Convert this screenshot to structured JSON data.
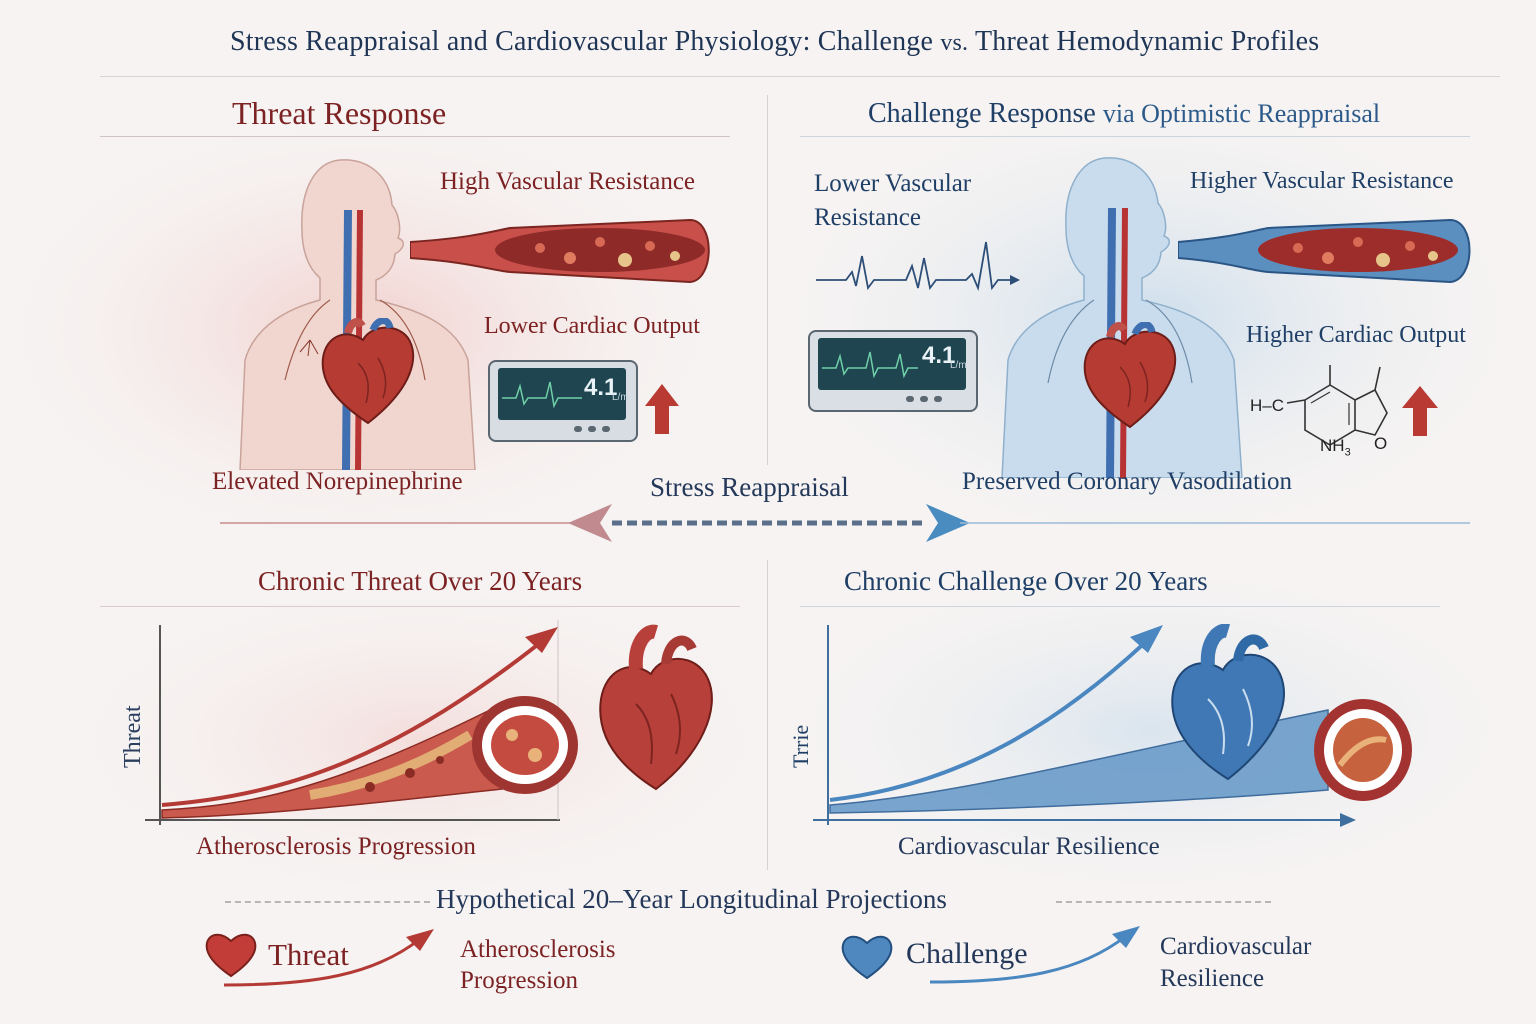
{
  "title": {
    "main_a": "Stress Reappraisal and Cardiovascular Physiology: Challenge",
    "vs": "vs.",
    "main_b": "Threat Hemodynamic Profiles"
  },
  "threat_panel": {
    "title": "Threat Response",
    "vascular_label": "High Vascular Resistance",
    "cardiac_label": "Lower Cardiac Output",
    "hormone_label": "Elevated Norepinephrine",
    "monitor_value": "4.1",
    "monitor_unit": "L/m"
  },
  "challenge_panel": {
    "title_main": "Challenge Response",
    "title_suffix": "via Optimistic Reappraisal",
    "lower_vascular_line1": "Lower Vascular",
    "lower_vascular_line2": "Resistance",
    "higher_vascular_label": "Higher Vascular Resistance",
    "cardiac_label": "Higher Cardiac Output",
    "coronary_label": "Preserved Coronary Vasodilation",
    "monitor_value": "4.1",
    "monitor_unit": "L/m",
    "chem_left": "H–C",
    "chem_nh": "NH",
    "chem_sub": "3",
    "chem_o": "O"
  },
  "center": {
    "reappraisal_label": "Stress Reappraisal"
  },
  "chronic_threat": {
    "title": "Chronic Threat Over 20 Years",
    "y_label": "Threat",
    "x_label": "Atherosclerosis Progression"
  },
  "chronic_challenge": {
    "title": "Chronic Challenge Over 20 Years",
    "y_label": "Trrie",
    "x_label": "Cardiovascular Resilience"
  },
  "footer": {
    "title": "Hypothetical 20–Year Longitudinal Projections",
    "threat_label": "Threat",
    "threat_outcome_line1": "Atherosclerosis",
    "threat_outcome_line2": "Progression",
    "challenge_label": "Challenge",
    "challenge_outcome_line1": "Cardiovascular",
    "challenge_outcome_line2": "Resilience"
  },
  "colors": {
    "threat": "#8e2a2a",
    "challenge": "#3d7fb6",
    "title": "#1f3556"
  }
}
